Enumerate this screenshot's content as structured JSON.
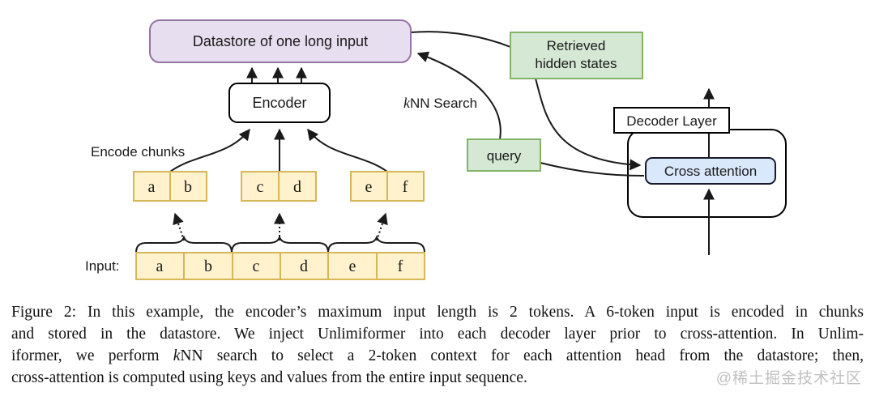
{
  "colors": {
    "datastore_fill": "#E7DEF0",
    "datastore_border": "#9673A6",
    "green_fill": "#D5E8D4",
    "green_border": "#82B366",
    "yellow_fill": "#FFF2CC",
    "yellow_border": "#D6B656",
    "blue_fill": "#DAE8FC",
    "blue_border": "#1a1a2e",
    "box_fill": "#FFFFFF",
    "box_border": "#000000"
  },
  "diagram": {
    "datastore": "Datastore of one long input",
    "encoder": "Encoder",
    "encode_chunks": "Encode chunks",
    "knn_k": "k",
    "knn_rest": "NN Search",
    "query": "query",
    "retrieved_line1": "Retrieved",
    "retrieved_line2": "hidden states",
    "decoder_layer": "Decoder Layer",
    "cross_attention": "Cross attention",
    "input_label": "Input:",
    "chunk_tokens": [
      "a",
      "b",
      "c",
      "d",
      "e",
      "f"
    ],
    "input_tokens": [
      "a",
      "b",
      "c",
      "d",
      "e",
      "f"
    ]
  },
  "caption": {
    "line1": "Figure 2: In this example, the encoder’s maximum input length is 2 tokens. A 6-token input is encoded in chunks",
    "line2": "and stored in the datastore. We inject Unlimiformer into each decoder layer prior to cross-attention. In Unlim-",
    "line3_pre": "iformer, we perform ",
    "line3_k": "k",
    "line3_post": "NN search to select a 2-token context for each attention head from the datastore; then,",
    "line4": "cross-attention is computed using keys and values from the entire input sequence."
  },
  "watermark": "@稀土掘金技术社区"
}
